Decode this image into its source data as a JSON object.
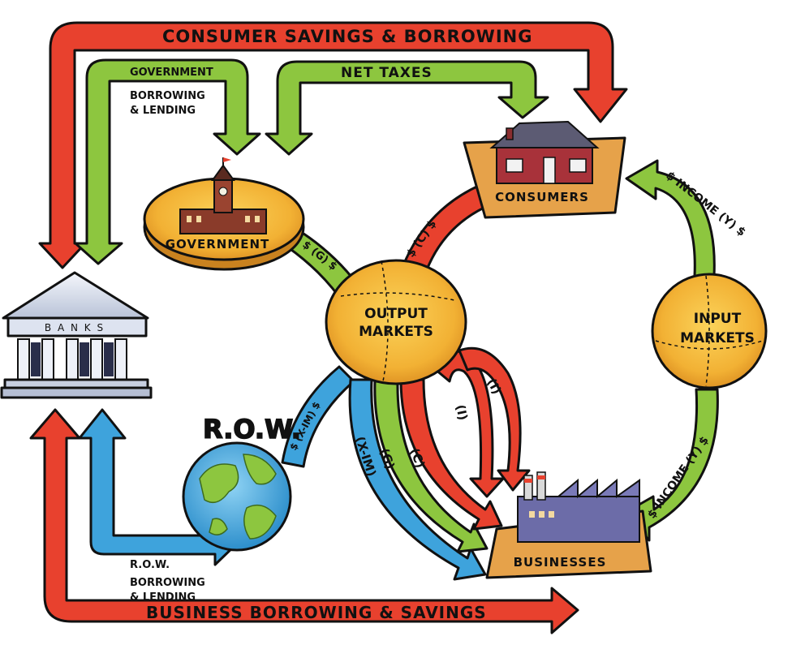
{
  "flows": {
    "consumer_savings": "CONSUMER SAVINGS & BORROWING",
    "net_taxes": "NET TAXES",
    "government_borrowing_line1": "GOVERNMENT",
    "government_borrowing_line2": "BORROWING",
    "government_borrowing_line3": "& LENDING",
    "business_borrowing": "BUSINESS BORROWING & SAVINGS",
    "row_borrowing_line1": "R.O.W.",
    "row_borrowing_line2": "BORROWING",
    "row_borrowing_line3": "& LENDING",
    "income_upper": "$ INCOME (Y) $",
    "income_lower": "$ INCOME (Y) $",
    "gov_spending": "$ (G) $",
    "consumer_spending": "$ (C) $",
    "net_exports_row": "$ (X-IM) $",
    "net_exports_stream": "(X-IM)",
    "gov_stream": "(G)",
    "consumer_stream": "(C)",
    "investment_stream": "(I)",
    "investment_stream2": "(I)"
  },
  "nodes": {
    "banks": "B A N K S",
    "government": "GOVERNMENT",
    "consumers": "CONSUMERS",
    "businesses": "BUSINESSES",
    "output_markets_line1": "OUTPUT",
    "output_markets_line2": "MARKETS",
    "input_markets_line1": "INPUT",
    "input_markets_line2": "MARKETS",
    "row": "R.O.W."
  },
  "colors": {
    "red": "#e8412e",
    "green": "#8dc63f",
    "blue": "#3ea3dc",
    "gold": "#f2b134",
    "outline": "#111111"
  }
}
